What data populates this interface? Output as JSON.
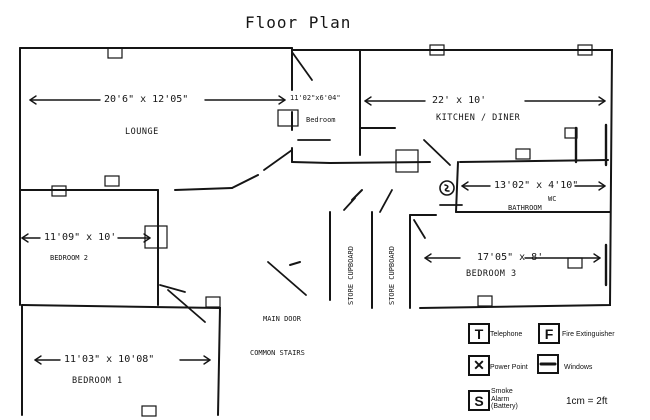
{
  "title": "Floor Plan",
  "rooms": {
    "lounge": {
      "name": "LOUNGE",
      "dims": "20'6\" x 12'05\""
    },
    "bedroom_small": {
      "name": "Bedroom",
      "dims": "11'02\"x6'04\""
    },
    "kitchen": {
      "name": "KITCHEN / DINER",
      "dims": "22' x 10'"
    },
    "wc": {
      "name": "WC",
      "name2": "BATHROOM",
      "dims": "13'02\" x 4'10\""
    },
    "bedroom2": {
      "name": "BEDROOM 2",
      "dims": "11'09\" x 10'"
    },
    "bedroom3": {
      "name": "BEDROOM 3",
      "dims": "17'05\" x 8'"
    },
    "bedroom1": {
      "name": "BEDROOM 1",
      "dims": "11'03\" x 10'08\""
    },
    "cupboard1": {
      "name": "STORE CUPBOARD"
    },
    "cupboard2": {
      "name": "STORE CUPBOARD"
    },
    "main_door": {
      "name": "MAIN DOOR"
    },
    "common_stairs": {
      "name": "COMMON STAIRS"
    }
  },
  "legend": {
    "telephone": {
      "symbol": "T",
      "label": "Telephone"
    },
    "fire_extinguisher": {
      "symbol": "F",
      "label": "Fire Extinguisher"
    },
    "power_point": {
      "symbol": "✕",
      "label": "Power Point"
    },
    "windows": {
      "label": "Windows"
    },
    "smoke_alarm": {
      "symbol": "S",
      "label": "Smoke Alarm (Battery)"
    }
  },
  "scale": "1cm = 2ft",
  "colors": {
    "ink": "#151515",
    "paper": "#ffffff"
  }
}
